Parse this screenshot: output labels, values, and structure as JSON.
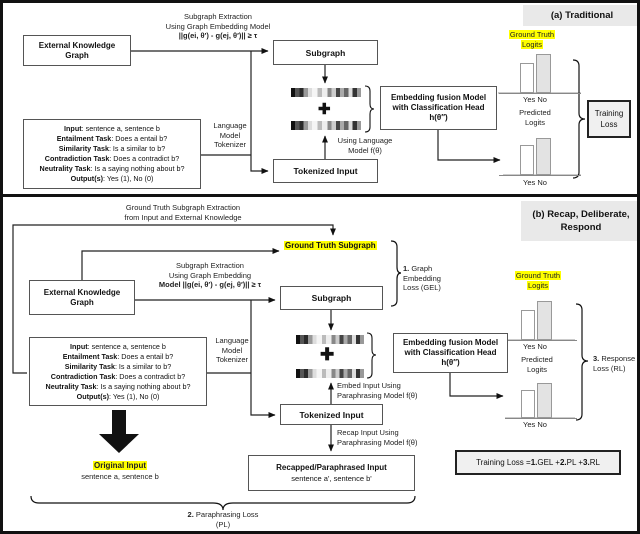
{
  "shared": {
    "ekg_lines": [
      "External Knowledge",
      "Graph"
    ],
    "input_lines": [
      {
        "label": "Input",
        "text": ": sentence a, sentence b"
      },
      {
        "label": "Entailment Task",
        "text": ": Does a entail b?"
      },
      {
        "label": "Similarity Task",
        "text": ": Is a similar to b?"
      },
      {
        "label": "Contradiction Task",
        "text": ": Does a contradict b?"
      },
      {
        "label": "Neutrality Task",
        "text": ": Is a saying nothing about b?"
      },
      {
        "label": "Output(s)",
        "text": ": Yes (1), No (0)"
      }
    ],
    "lm_tokenizer_lines": [
      "Language",
      "Model",
      "Tokenizer"
    ],
    "subgraph_label": "Subgraph",
    "tokenized_input_label": "Tokenized Input",
    "fusion_lines": [
      "Embedding fusion Model",
      "with Classification Head",
      "h(θ″)"
    ],
    "gt_logits_lines": [
      "Ground Truth",
      "Logits"
    ],
    "predicted_logits_lines": [
      "Predicted",
      "Logits"
    ],
    "yes_label": "Yes",
    "no_label": "No",
    "plus_icon": "✚"
  },
  "panel_a": {
    "header": "(a) Traditional",
    "extraction_lines": [
      "Subgraph Extraction",
      "Using Graph Embedding Model",
      "||g(ei, θ′) - g(ej, θ′)|| ≥ τ"
    ],
    "using_lm_lines": [
      "Using Language",
      "Model f(θ)"
    ],
    "training_loss_lines": [
      "Training",
      "Loss"
    ]
  },
  "panel_b": {
    "header_lines": [
      "(b) Recap, Deliberate,",
      "Respond"
    ],
    "gt_extraction_lines": [
      "Ground Truth Subgraph Extraction",
      "from Input and External Knowledge"
    ],
    "gt_subgraph_label": "Ground Truth Subgraph",
    "extraction_lines": [
      "Subgraph Extraction",
      "Using Graph Embedding",
      "Model ||g(ei, θ′) - g(ej, θ′)|| ≥ τ"
    ],
    "gel_num": "1.",
    "gel_lines": [
      " Graph",
      "Embedding",
      "Loss (GEL)"
    ],
    "embed_input_lines": [
      "Embed Input Using",
      "Paraphrasing Model f(θ)"
    ],
    "recap_input_lines": [
      "Recap Input Using",
      "Paraphrasing Model f(θ)"
    ],
    "recapped_title": "Recapped/Paraphrased Input",
    "recapped_subtitle": "sentence a', sentence b'",
    "original_input_title": "Original Input",
    "original_input_subtitle": "sentence a, sentence b",
    "pl_num": "2.",
    "pl_text": " Paraphrasing Loss",
    "pl_line2": "(PL)",
    "rl_num": "3.",
    "rl_text": " Response",
    "rl_line2": "Loss (RL)",
    "eq": {
      "prefix": "Training Loss = ",
      "n1": "1.",
      "t1": " GEL + ",
      "n2": "2.",
      "t2": " PL + ",
      "n3": "3.",
      "t3": " RL"
    }
  },
  "charts": {
    "a_gt": {
      "yes": 30,
      "no": 39
    },
    "a_pred": {
      "yes": 30,
      "no": 37
    },
    "b_gt": {
      "yes": 30,
      "no": 39
    },
    "b_pred": {
      "yes": 28,
      "no": 35
    }
  },
  "colors": {
    "highlight": "#ffff00",
    "header_bg": "#e9e9e9",
    "loss_box_bg": "#f0f0f0"
  }
}
